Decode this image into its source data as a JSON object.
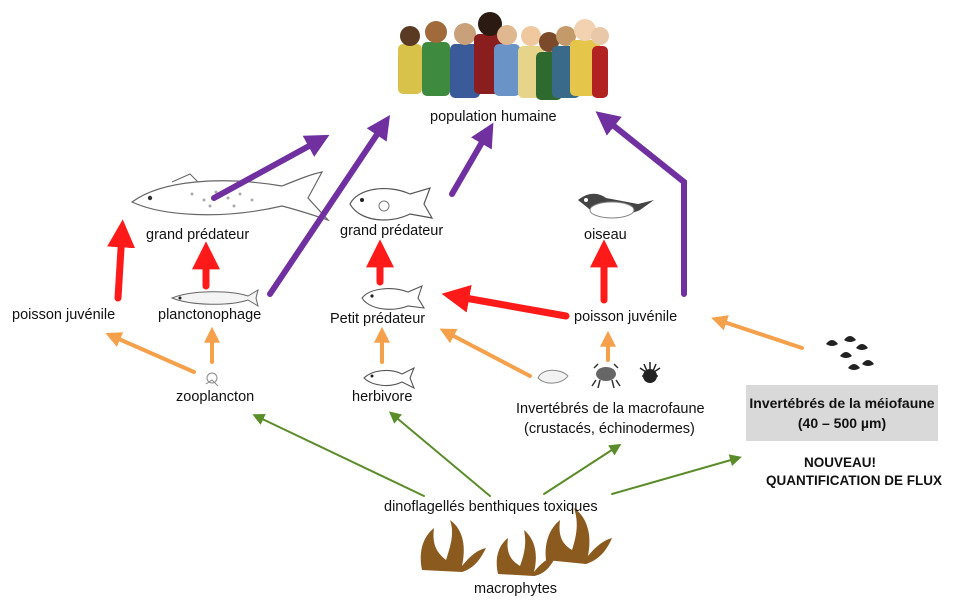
{
  "nodes": {
    "population": "population humaine",
    "grand_pred_left": "grand prédateur",
    "grand_pred_mid": "grand prédateur",
    "oiseau": "oiseau",
    "juvenile_left": "poisson juvénile",
    "planctonophage": "planctonophage",
    "petit_pred": "Petit prédateur",
    "juvenile_right": "poisson juvénile",
    "zooplancton": "zooplancton",
    "herbivore": "herbivore",
    "macrofaune_line1": "Invertébrés de la macrofaune",
    "macrofaune_line2": "(crustacés, échinodermes)",
    "meiofaune_line1": "Invertébrés de la méiofaune",
    "meiofaune_line2": "(40 – 500 µm)",
    "nouveau_line1": "NOUVEAU!",
    "nouveau_line2": "QUANTIFICATION DE FLUX",
    "dinoflagelles": "dinoflagellés benthiques toxiques",
    "macrophytes": "macrophytes"
  },
  "colors": {
    "purple": "#7030a0",
    "red": "#ff1a1a",
    "orange": "#f5a04a",
    "green": "#5b8c2a",
    "algae": "#8b5a1e",
    "box": "#d9d9d9"
  },
  "icons": [
    "people-group-icon",
    "fish-icon",
    "grouper-icon",
    "bird-icon",
    "sardine-icon",
    "shell-icon",
    "crab-icon",
    "urchin-icon",
    "meiofauna-icon",
    "algae-icon"
  ]
}
